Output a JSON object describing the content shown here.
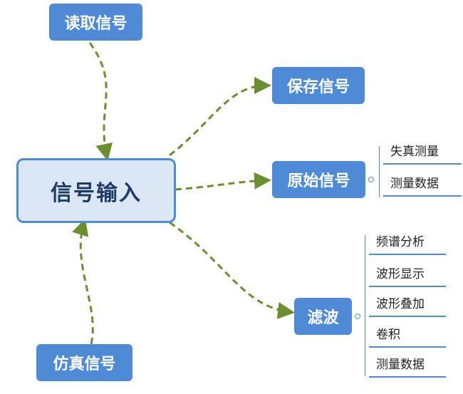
{
  "diagram": {
    "center": {
      "label": "信号输入"
    },
    "nodes": [
      {
        "id": "read",
        "label": "读取信号"
      },
      {
        "id": "save",
        "label": "保存信号"
      },
      {
        "id": "original",
        "label": "原始信号"
      },
      {
        "id": "filter",
        "label": "滤波"
      },
      {
        "id": "simulate",
        "label": "仿真信号"
      }
    ],
    "original_children": [
      "失真测量",
      "测量数据"
    ],
    "filter_children": [
      "频谱分析",
      "波形显示",
      "波形叠加",
      "卷积",
      "测量数据"
    ]
  },
  "colors": {
    "node_fill": "#4f8ad6",
    "center_fill": "#dce7f5",
    "connector": "#6b8e2f"
  }
}
